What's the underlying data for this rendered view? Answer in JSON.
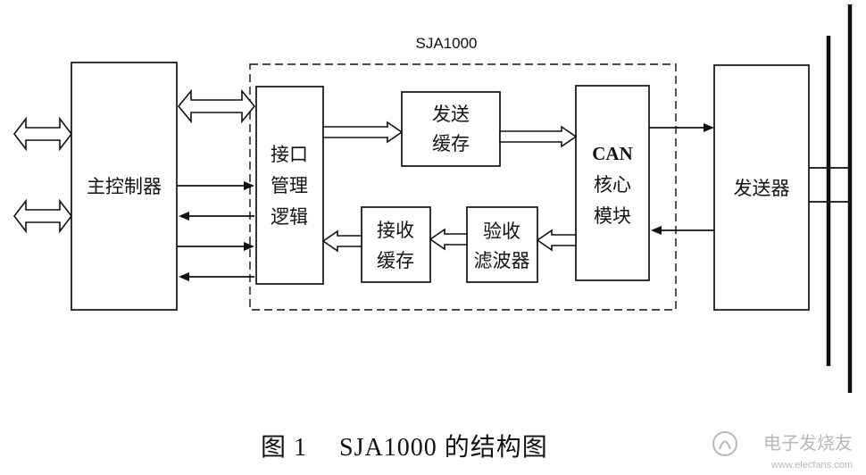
{
  "diagram": {
    "title": "SJA1000",
    "blocks": {
      "main_controller": "主控制器",
      "interface_logic": [
        "接口",
        "管理",
        "逻辑"
      ],
      "tx_buffer": [
        "发送",
        "缓存"
      ],
      "can_core": [
        "CAN",
        "核心",
        "模块"
      ],
      "acceptance_filter": [
        "验收",
        "滤波器"
      ],
      "rx_buffer": [
        "接收",
        "缓存"
      ],
      "transceiver": "发送器"
    },
    "caption": {
      "figure_number": "图 1",
      "text": "SJA1000 的结构图"
    }
  },
  "watermark": {
    "logo_text": "电子发烧友",
    "url": "www.elecfans.com",
    "icon": "elecfans-logo-icon"
  },
  "colors": {
    "line": "#111111",
    "background": "#ffffff",
    "watermark": "#b8b8b8"
  }
}
